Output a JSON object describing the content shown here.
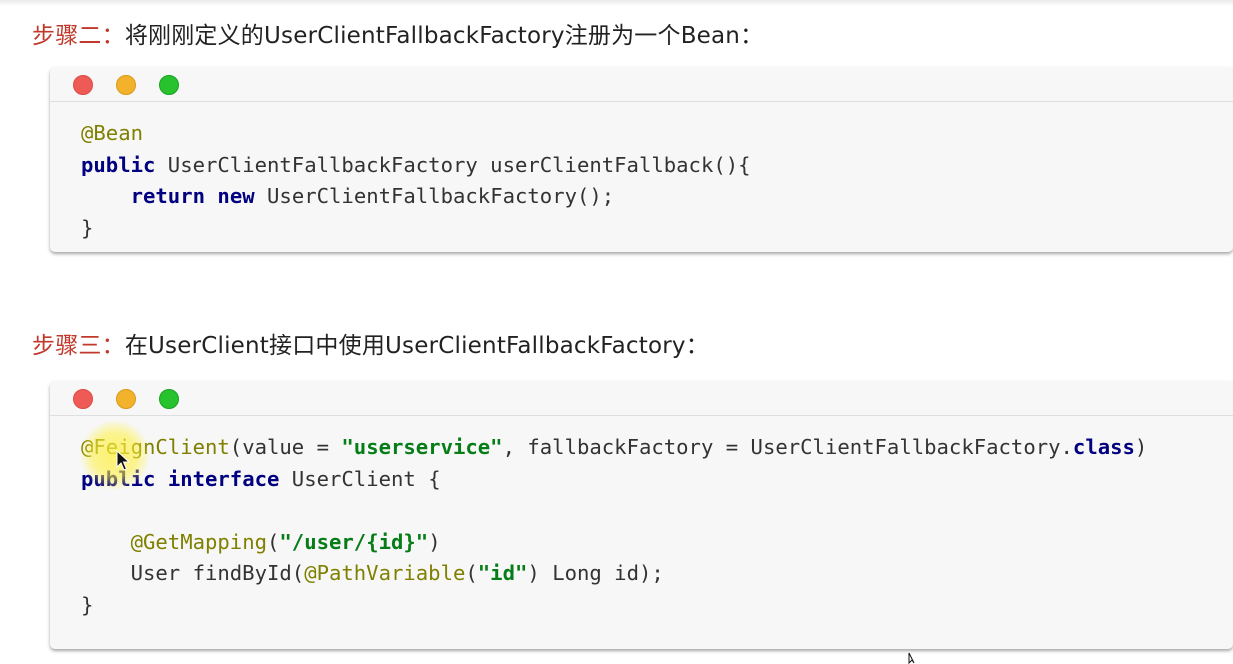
{
  "step2": {
    "lead": "步骤二：",
    "text": "将刚刚定义的UserClientFallbackFactory注册为一个Bean："
  },
  "step3": {
    "lead": "步骤三：",
    "text": "在UserClient接口中使用UserClientFallbackFactory："
  },
  "code1": {
    "l1_ann": "@Bean",
    "l2_kw": "public",
    "l2_rest": " UserClientFallbackFactory userClientFallback(){",
    "l3_indent": "    ",
    "l3_kw1": "return",
    "l3_sp": " ",
    "l3_kw2": "new",
    "l3_rest": " UserClientFallbackFactory();",
    "l4": "}"
  },
  "code2": {
    "l1_ann": "@FeignClient",
    "l1_a": "(value = ",
    "l1_str": "\"userservice\"",
    "l1_b": ", fallbackFactory = UserClientFallbackFactory.",
    "l1_kw": "class",
    "l1_c": ")",
    "l2_kw1": "public",
    "l2_sp": " ",
    "l2_kw2": "interface",
    "l2_rest": " UserClient {",
    "l4_indent": "    ",
    "l4_ann": "@GetMapping",
    "l4_a": "(",
    "l4_str": "\"/user/{id}\"",
    "l4_b": ")",
    "l5_a": "    User findById(",
    "l5_ann": "@PathVariable",
    "l5_b": "(",
    "l5_str": "\"id\"",
    "l5_c": ") Long id);",
    "l6": "}"
  },
  "colors": {
    "annotation": "#808000",
    "keyword": "#000080",
    "string": "#067d17",
    "step_lead": "#c0392b"
  }
}
